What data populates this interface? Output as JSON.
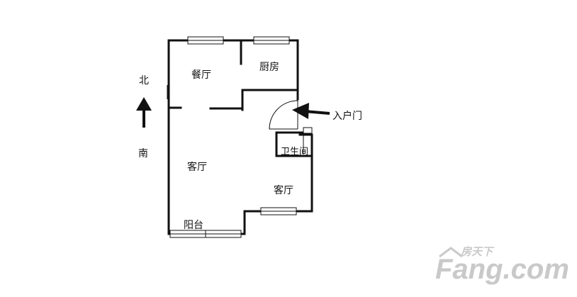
{
  "compass": {
    "north": "北",
    "south": "南"
  },
  "rooms": {
    "dining": "餐厅",
    "kitchen": "厨房",
    "living_main": "客厅",
    "living_second": "客厅",
    "bathroom": "卫生间",
    "balcony": "阳台"
  },
  "entrance": {
    "label": "入户门"
  },
  "watermark": {
    "brand_cn": "房天下",
    "brand": "Fang.com",
    "color": "#c9c9c9"
  }
}
